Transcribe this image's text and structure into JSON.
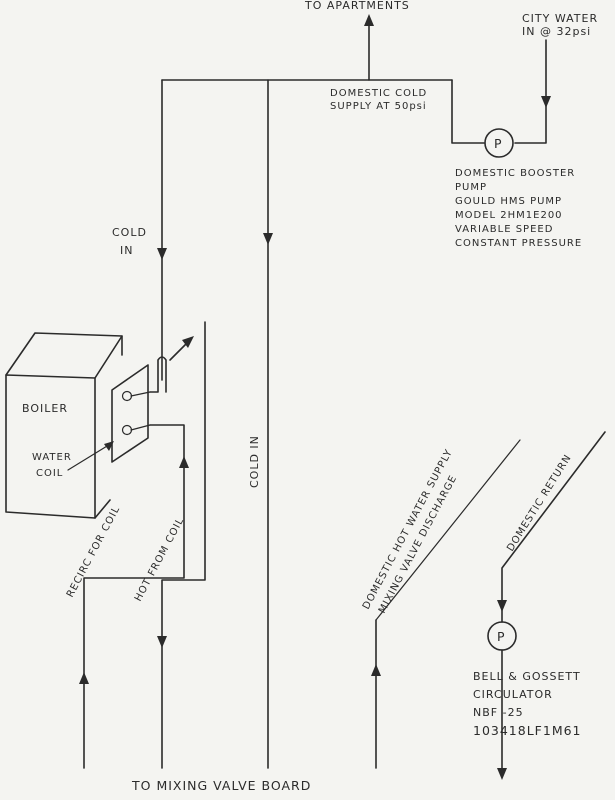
{
  "labels": {
    "to_apartments": "TO APARTMENTS",
    "city_water_line1": "CITY WATER",
    "city_water_line2": "IN @ 32psi",
    "domestic_cold_line1": "DOMESTIC COLD",
    "domestic_cold_line2": "SUPPLY AT 50psi",
    "pump_symbol": "P",
    "booster_pump_lines": [
      "DOMESTIC BOOSTER",
      "PUMP",
      "GOULD HMS PUMP",
      "MODEL 2HM1E200",
      "VARIABLE SPEED",
      "CONSTANT PRESSURE"
    ],
    "cold_in_left_line1": "COLD",
    "cold_in_left_line2": "IN",
    "boiler": "BOILER",
    "water_coil_line1": "WATER",
    "water_coil_line2": "COIL",
    "cold_in_vertical": "COLD IN",
    "recirc_for_coil": "RECIRC FOR COIL",
    "hot_from_coil": "HOT FROM COIL",
    "hot_water_supply_line1": "DOMESTIC HOT WATER SUPPLY",
    "hot_water_supply_line2": "MIXING VALVE DISCHARGE",
    "domestic_return": "DOMESTIC RETURN",
    "circulator_symbol": "P",
    "circulator_lines": [
      "BELL & GOSSETT",
      "CIRCULATOR",
      "NBF -25",
      "103418LF1M61"
    ],
    "to_mixing_valve_board": "TO MIXING VALVE BOARD"
  }
}
